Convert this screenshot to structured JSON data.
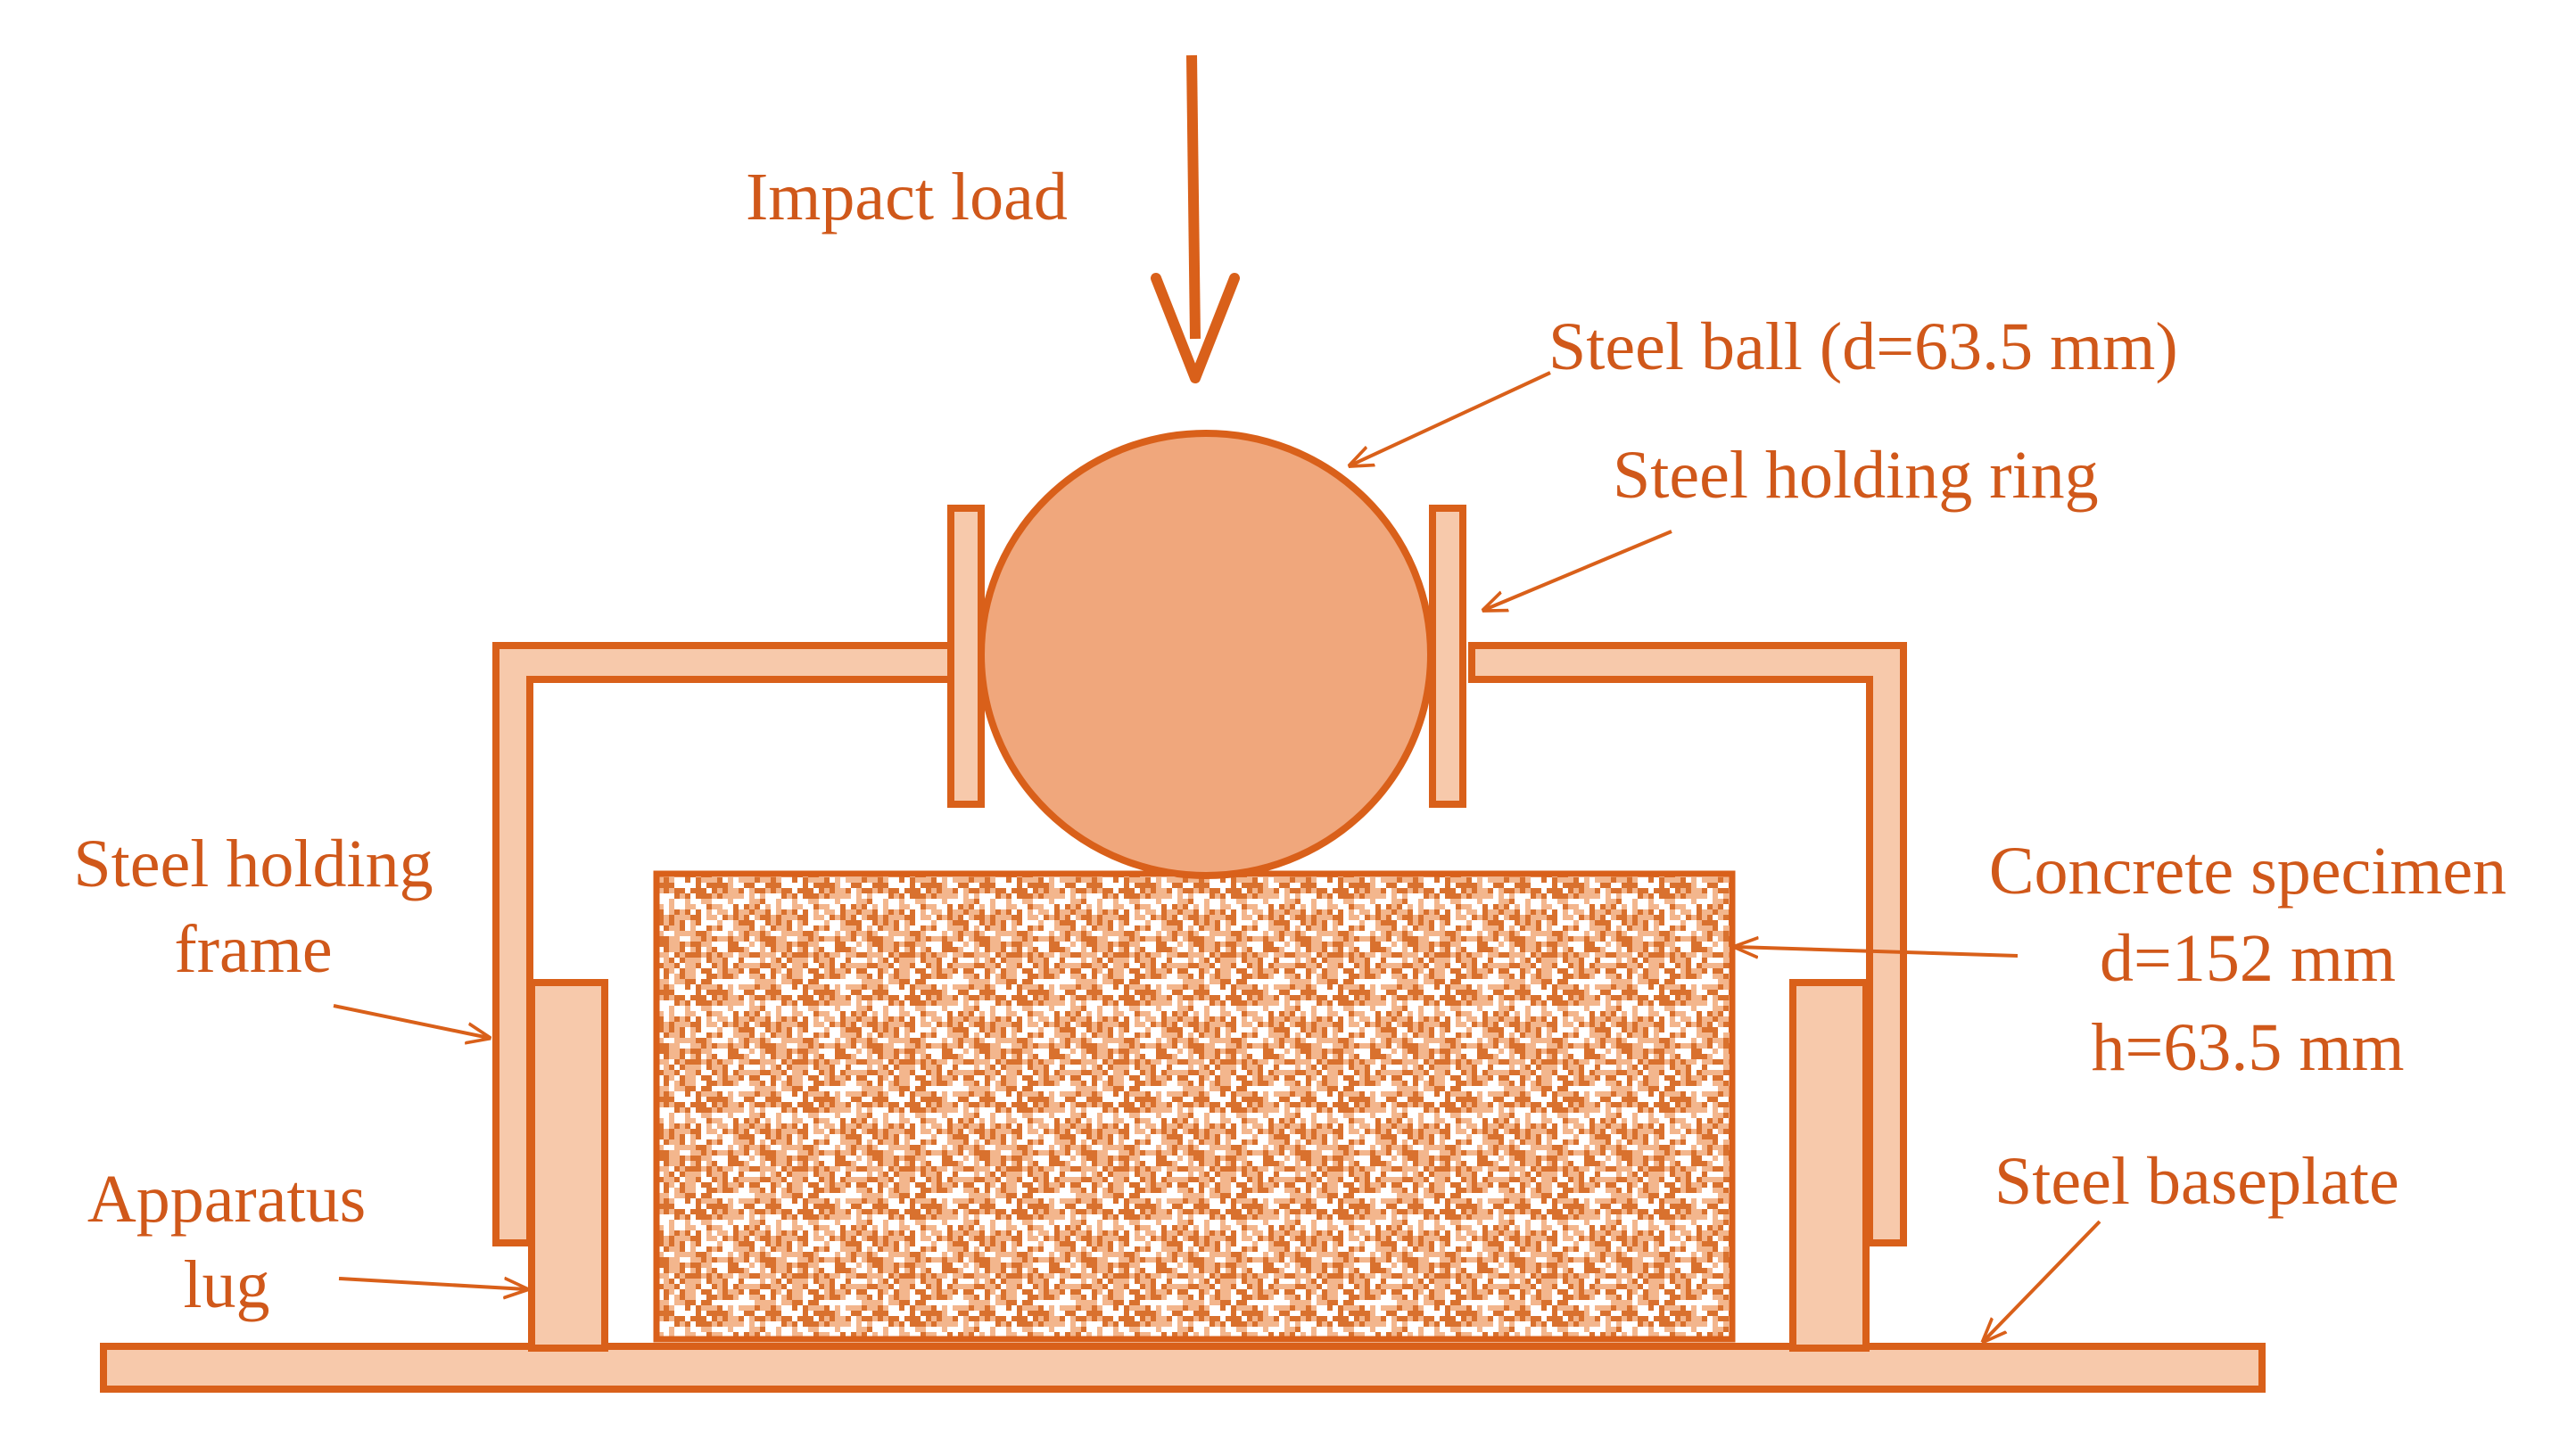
{
  "labels": {
    "impact_load": "Impact load",
    "steel_ball": "Steel ball (d=63.5 mm)",
    "holding_ring": "Steel holding ring",
    "holding_frame_line1": "Steel holding",
    "holding_frame_line2": "frame",
    "concrete_line1": "Concrete specimen",
    "concrete_line2": "d=152 mm",
    "concrete_line3": "h=63.5 mm",
    "baseplate": "Steel baseplate",
    "lug_line1": "Apparatus",
    "lug_line2": "lug"
  },
  "colors": {
    "stroke": "#d9601a",
    "ball_fill": "#f0a77c",
    "bar_fill": "#f7c9ab",
    "speckle_dark": "#d9712e",
    "speckle_light": "#f3b68d",
    "text": "#d0581a",
    "background": "#ffffff"
  }
}
